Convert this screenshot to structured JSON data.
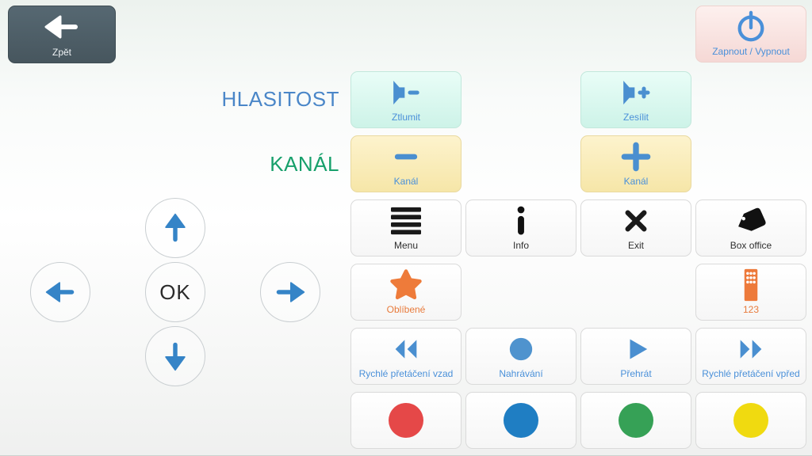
{
  "header": {
    "back_label": "Zpět",
    "power_label": "Zapnout / Vypnout"
  },
  "volume": {
    "section_label": "HLASITOST",
    "mute_label": "Ztlumit",
    "up_label": "Zesílit"
  },
  "channel": {
    "section_label": "KANÁL",
    "down_label": "Kanál",
    "up_label": "Kanál"
  },
  "dpad": {
    "ok_label": "OK"
  },
  "menu_row": {
    "menu": "Menu",
    "info": "Info",
    "exit": "Exit",
    "boxoffice": "Box office"
  },
  "fav_row": {
    "favorites": "Oblíbené",
    "numpad": "123"
  },
  "transport_row": {
    "rewind": "Rychlé přetáčení vzad",
    "record": "Nahrávání",
    "play": "Přehrát",
    "forward": "Rychlé přetáčení vpřed"
  },
  "color_row": {
    "red": "#e54848",
    "blue": "#1f7ec3",
    "green": "#36a156",
    "yellow": "#f0da10"
  },
  "theme": {
    "accent_blue": "#4a90d9",
    "icon_blue": "#4a8fd0",
    "orange": "#ee7b3a",
    "section_blue": "#4a86c8",
    "section_green": "#17a06b",
    "slate": "#4e6069",
    "icon_black": "#1a1a1a"
  }
}
